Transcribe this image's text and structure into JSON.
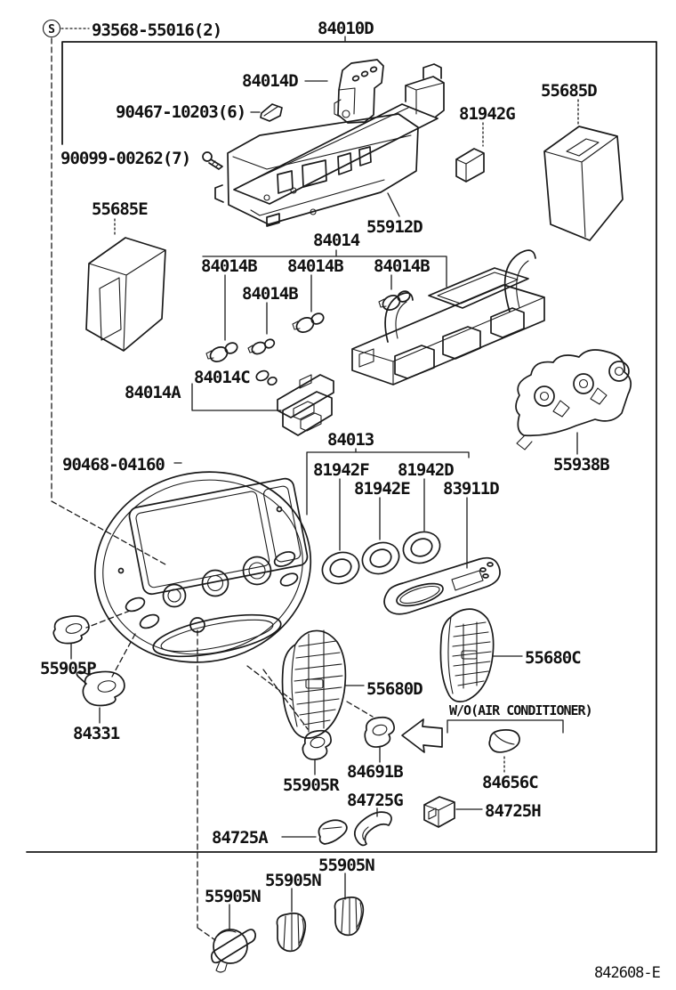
{
  "doc": {
    "diagram_code": "842608-E"
  },
  "screw_callout": {
    "symbol": "S",
    "part_number": "93568-55016(2)"
  },
  "notes": {
    "without_ac": "W/O(AIR CONDITIONER)"
  },
  "labels": {
    "p84010D": "84010D",
    "p84014D": "84014D",
    "p90467_10203": "90467-10203(6)",
    "p81942G": "81942G",
    "p55685D": "55685D",
    "p90099_00262": "90099-00262(7)",
    "p55685E": "55685E",
    "p55912D": "55912D",
    "p84014": "84014",
    "p84014B_1": "84014B",
    "p84014B_2": "84014B",
    "p84014B_3": "84014B",
    "p84014B_4": "84014B",
    "p84014C": "84014C",
    "p84014A": "84014A",
    "p84013": "84013",
    "p90468_04160": "90468-04160",
    "p81942F": "81942F",
    "p81942D": "81942D",
    "p81942E": "81942E",
    "p83911D": "83911D",
    "p55938B": "55938B",
    "p55905P": "55905P",
    "p84331": "84331",
    "p55680C": "55680C",
    "p55680D": "55680D",
    "p55905R": "55905R",
    "p84691B": "84691B",
    "p84656C": "84656C",
    "p84725G": "84725G",
    "p84725H": "84725H",
    "p84725A": "84725A",
    "p55905N_1": "55905N",
    "p55905N_2": "55905N",
    "p55905N_3": "55905N"
  },
  "colors": {
    "ink": "#1a1a1a",
    "paper": "#ffffff"
  }
}
